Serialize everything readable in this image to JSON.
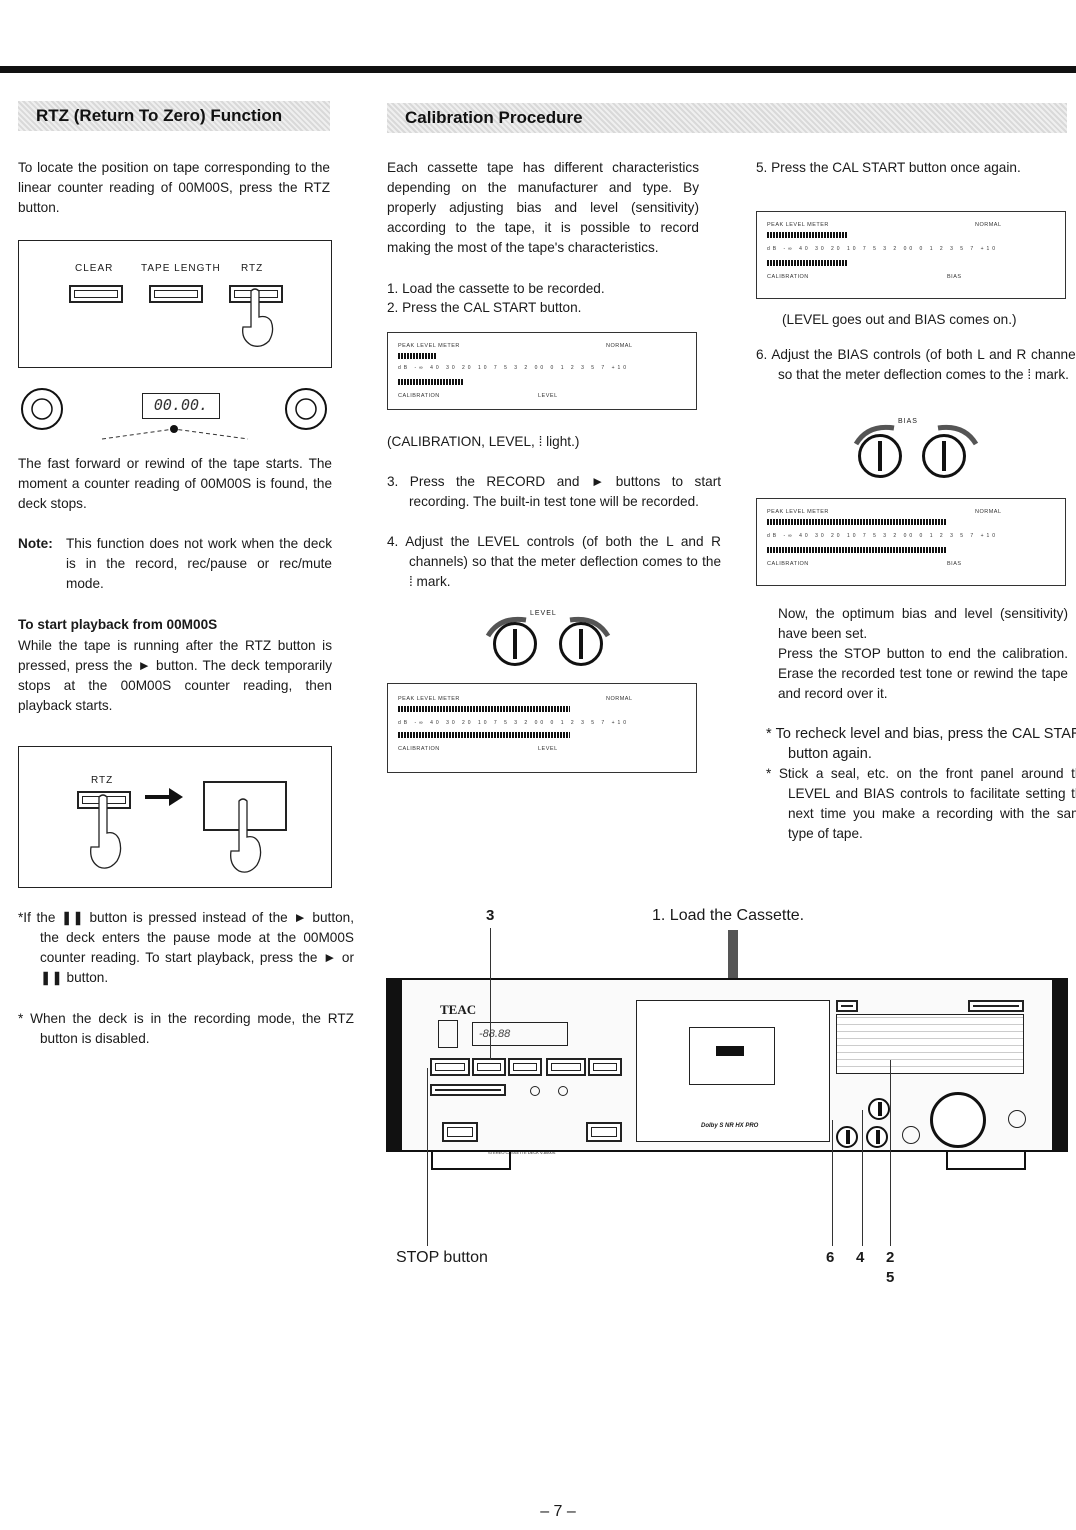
{
  "left": {
    "heading": "RTZ (Return To Zero) Function",
    "intro": "To locate the position on tape corresponding to the linear counter reading of 00M00S, press the RTZ button.",
    "panel_labels": {
      "clear": "CLEAR",
      "tape_length": "TAPE LENGTH",
      "rtz": "RTZ"
    },
    "counter_display": "00.00.",
    "after_diagram": "The fast forward or rewind of the tape starts. The moment a counter reading of 00M00S is found, the deck stops.",
    "note_label": "Note:",
    "note_text": "This function does not work when the deck is in the record, rec/pause or rec/mute mode.",
    "playback_heading": "To start playback from 00M00S",
    "playback_text": "While the tape is running after the RTZ button is pressed, press the ► button. The deck temporarily stops at the 00M00S counter reading, then playback starts.",
    "rtz_label2": "RTZ",
    "footnote1": "*If the ❚❚ button is pressed instead of the ► button, the deck enters the pause mode at the 00M00S counter reading. To start playback, press the ► or ❚❚ button.",
    "footnote2": "* When the deck is in the recording mode, the RTZ button is disabled."
  },
  "middle": {
    "heading": "Calibration Procedure",
    "intro": "Each cassette tape has different characteristics depending on the manufacturer and type. By properly adjusting bias and level (sensitivity) according to the tape, it is possible to record making the most of the tape's characteristics.",
    "step1": "1. Load the cassette to be recorded.",
    "step2": "2. Press the CAL START button.",
    "caption1": "(CALIBRATION, LEVEL, ⁞ light.)",
    "step3": "3. Press the RECORD and ► buttons to start recording. The built-in test tone will be recorded.",
    "step4": "4. Adjust the LEVEL controls (of both the L and R channels) so that the meter deflection comes to the ⁞ mark."
  },
  "right": {
    "step5": "5. Press the CAL START button once again.",
    "caption2": "(LEVEL goes out and BIAS comes on.)",
    "step6": "6. Adjust the BIAS controls (of both L and R channels) so that the meter deflection comes to the ⁞ mark.",
    "now_text": "Now, the optimum bias and level (sensitivity) have been set.",
    "stop_text": "Press the STOP button to end the calibration. Erase the recorded test tone or rewind the tape and record over it.",
    "recheck": "* To recheck level and bias, press the CAL START button again.",
    "stick": "* Stick a seal, etc. on the front panel around the LEVEL and BIAS controls to facilitate setting the next time you make a recording with the same type of tape."
  },
  "meter": {
    "title": "PEAK LEVEL METER",
    "normal": "NORMAL",
    "calibration": "CALIBRATION",
    "level": "LEVEL",
    "bias": "BIAS",
    "scale": "dB -∞ 40 30 20 10 7 5 3 2 00 0 1 2 3 5 7 +10",
    "knob_level": "LEVEL",
    "knob_bias": "BIAS"
  },
  "deck": {
    "brand": "TEAC",
    "callout_load": "1. Load the Cassette.",
    "callout_3": "3",
    "callout_stop": "STOP button",
    "callout_6": "6",
    "callout_4": "4",
    "callout_2": "2",
    "callout_5": "5",
    "dolby": "Dolby S NR HX PRO",
    "model": "STEREO CASSETTE DECK V-8000S",
    "display": "-88.88"
  },
  "page_number": "– 7 –"
}
